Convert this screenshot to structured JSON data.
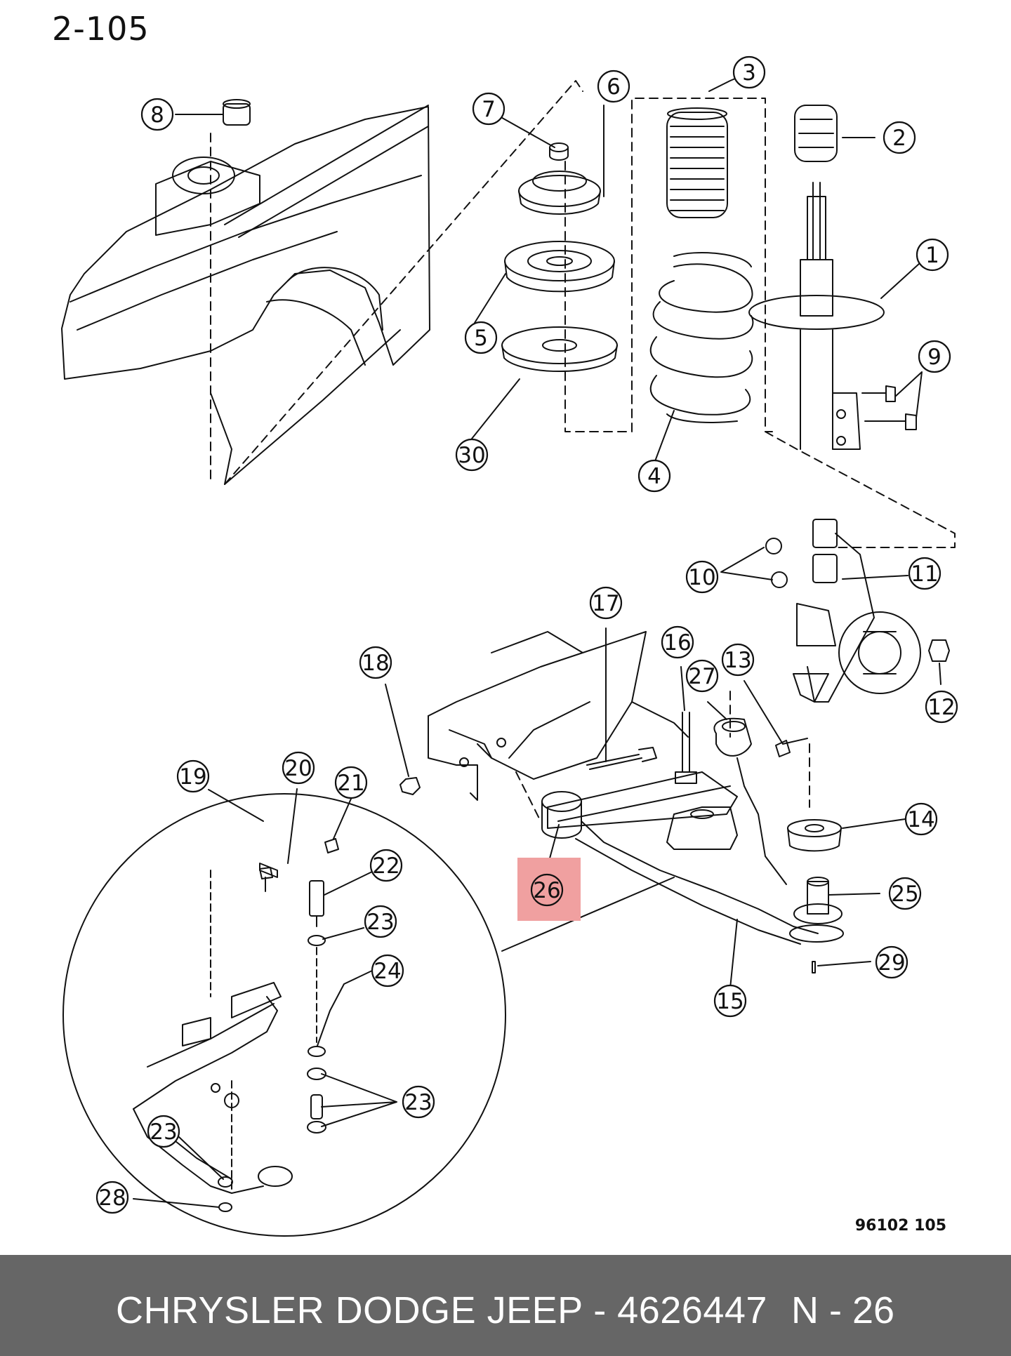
{
  "header": {
    "page_ref": "2-105"
  },
  "figure_code": "96102  105",
  "highlight_color": "#f0a0a0",
  "callouts": [
    {
      "id": "c1",
      "label": "1"
    },
    {
      "id": "c2",
      "label": "2"
    },
    {
      "id": "c3",
      "label": "3"
    },
    {
      "id": "c4",
      "label": "4"
    },
    {
      "id": "c5",
      "label": "5"
    },
    {
      "id": "c6",
      "label": "6"
    },
    {
      "id": "c7",
      "label": "7"
    },
    {
      "id": "c8",
      "label": "8"
    },
    {
      "id": "c9",
      "label": "9"
    },
    {
      "id": "c10",
      "label": "10"
    },
    {
      "id": "c11",
      "label": "11"
    },
    {
      "id": "c12",
      "label": "12"
    },
    {
      "id": "c13",
      "label": "13"
    },
    {
      "id": "c14",
      "label": "14"
    },
    {
      "id": "c15",
      "label": "15"
    },
    {
      "id": "c16",
      "label": "16"
    },
    {
      "id": "c17",
      "label": "17"
    },
    {
      "id": "c18",
      "label": "18"
    },
    {
      "id": "c19",
      "label": "19"
    },
    {
      "id": "c20",
      "label": "20"
    },
    {
      "id": "c21",
      "label": "21"
    },
    {
      "id": "c22",
      "label": "22"
    },
    {
      "id": "c23a",
      "label": "23"
    },
    {
      "id": "c23b",
      "label": "23"
    },
    {
      "id": "c23c",
      "label": "23"
    },
    {
      "id": "c24",
      "label": "24"
    },
    {
      "id": "c25",
      "label": "25"
    },
    {
      "id": "c26",
      "label": "26",
      "highlighted": true
    },
    {
      "id": "c27",
      "label": "27"
    },
    {
      "id": "c28",
      "label": "28"
    },
    {
      "id": "c29",
      "label": "29"
    },
    {
      "id": "c30",
      "label": "30"
    }
  ],
  "footer": {
    "title": "CHRYSLER DODGE JEEP - 4626447",
    "part_ref": "N - 26"
  }
}
